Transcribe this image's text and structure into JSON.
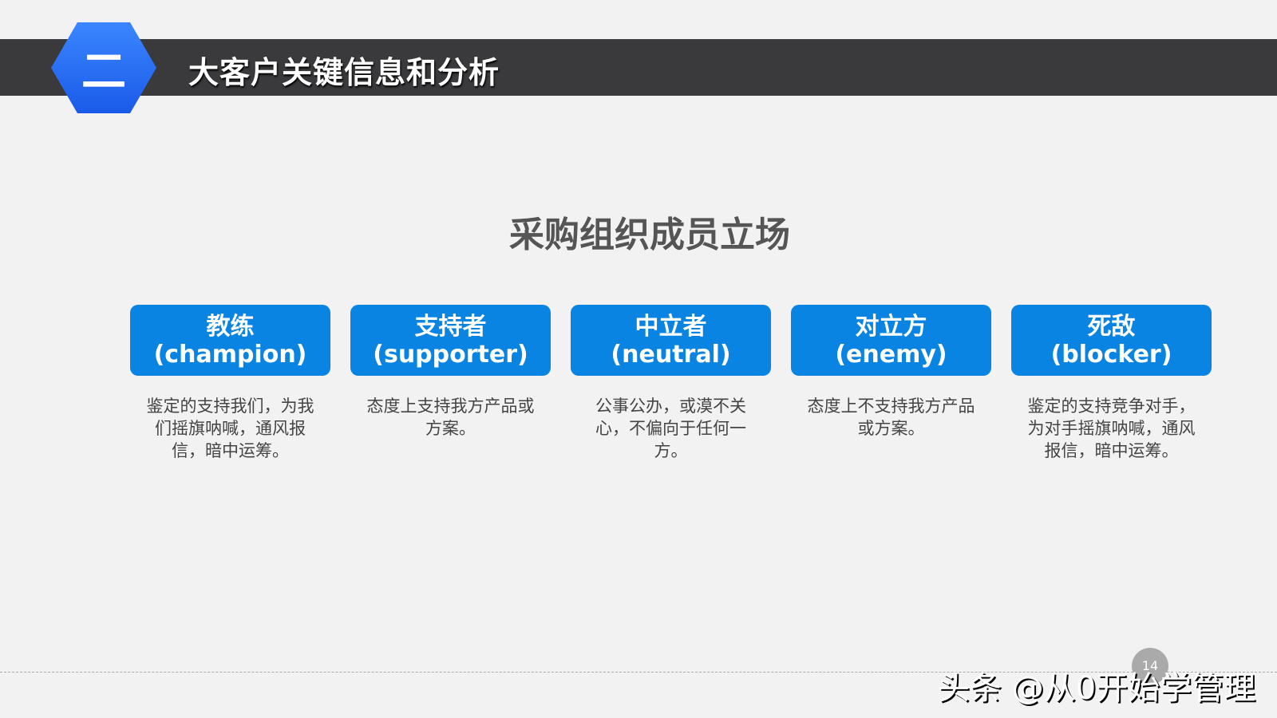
{
  "header": {
    "section_number": "二",
    "title": "大客户关键信息和分析"
  },
  "main": {
    "title": "采购组织成员立场",
    "cards": [
      {
        "name": "教练",
        "en": "(champion)",
        "desc": "鉴定的支持我们，为我们摇旗呐喊，通风报信，暗中运筹。"
      },
      {
        "name": "支持者",
        "en": "(supporter)",
        "desc": "态度上支持我方产品或方案。"
      },
      {
        "name": "中立者",
        "en": "(neutral)",
        "desc": "公事公办，或漠不关心，不偏向于任何一方。"
      },
      {
        "name": "对立方",
        "en": "(enemy)",
        "desc": "态度上不支持我方产品或方案。"
      },
      {
        "name": "死敌",
        "en": "(blocker)",
        "desc": "鉴定的支持竞争对手，为对手摇旗呐喊，通风报信，暗中运筹。"
      }
    ]
  },
  "footer": {
    "page_number": "14",
    "watermark": "头条 @从0开始学管理"
  },
  "colors": {
    "accent": "#0a84e3",
    "header_bar": "#3a393b",
    "background": "#f2f2f2"
  }
}
